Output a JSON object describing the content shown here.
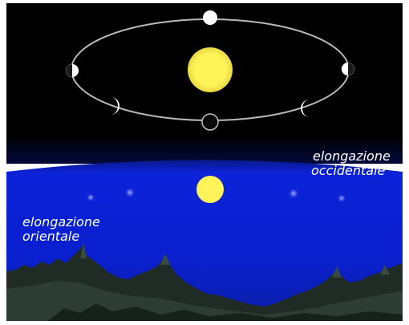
{
  "diagram": {
    "labels": {
      "eastern_line1": "elongazione",
      "eastern_line2": "orientale",
      "western_line1": "elongazione",
      "western_line2": "occidentale"
    },
    "colors": {
      "space": "#000000",
      "sky": "#0c1fd6",
      "sun": "#fff35a",
      "orbit": "#b8b8b8",
      "moon_lit": "#ffffff",
      "landscape": "#1f2b24",
      "frame": "#ffffff"
    },
    "objects": {
      "sun_icon": "sun-icon",
      "phase_icons": [
        "full-phase-icon",
        "half-phase-icon",
        "crescent-phase-icon",
        "new-phase-icon"
      ]
    }
  }
}
